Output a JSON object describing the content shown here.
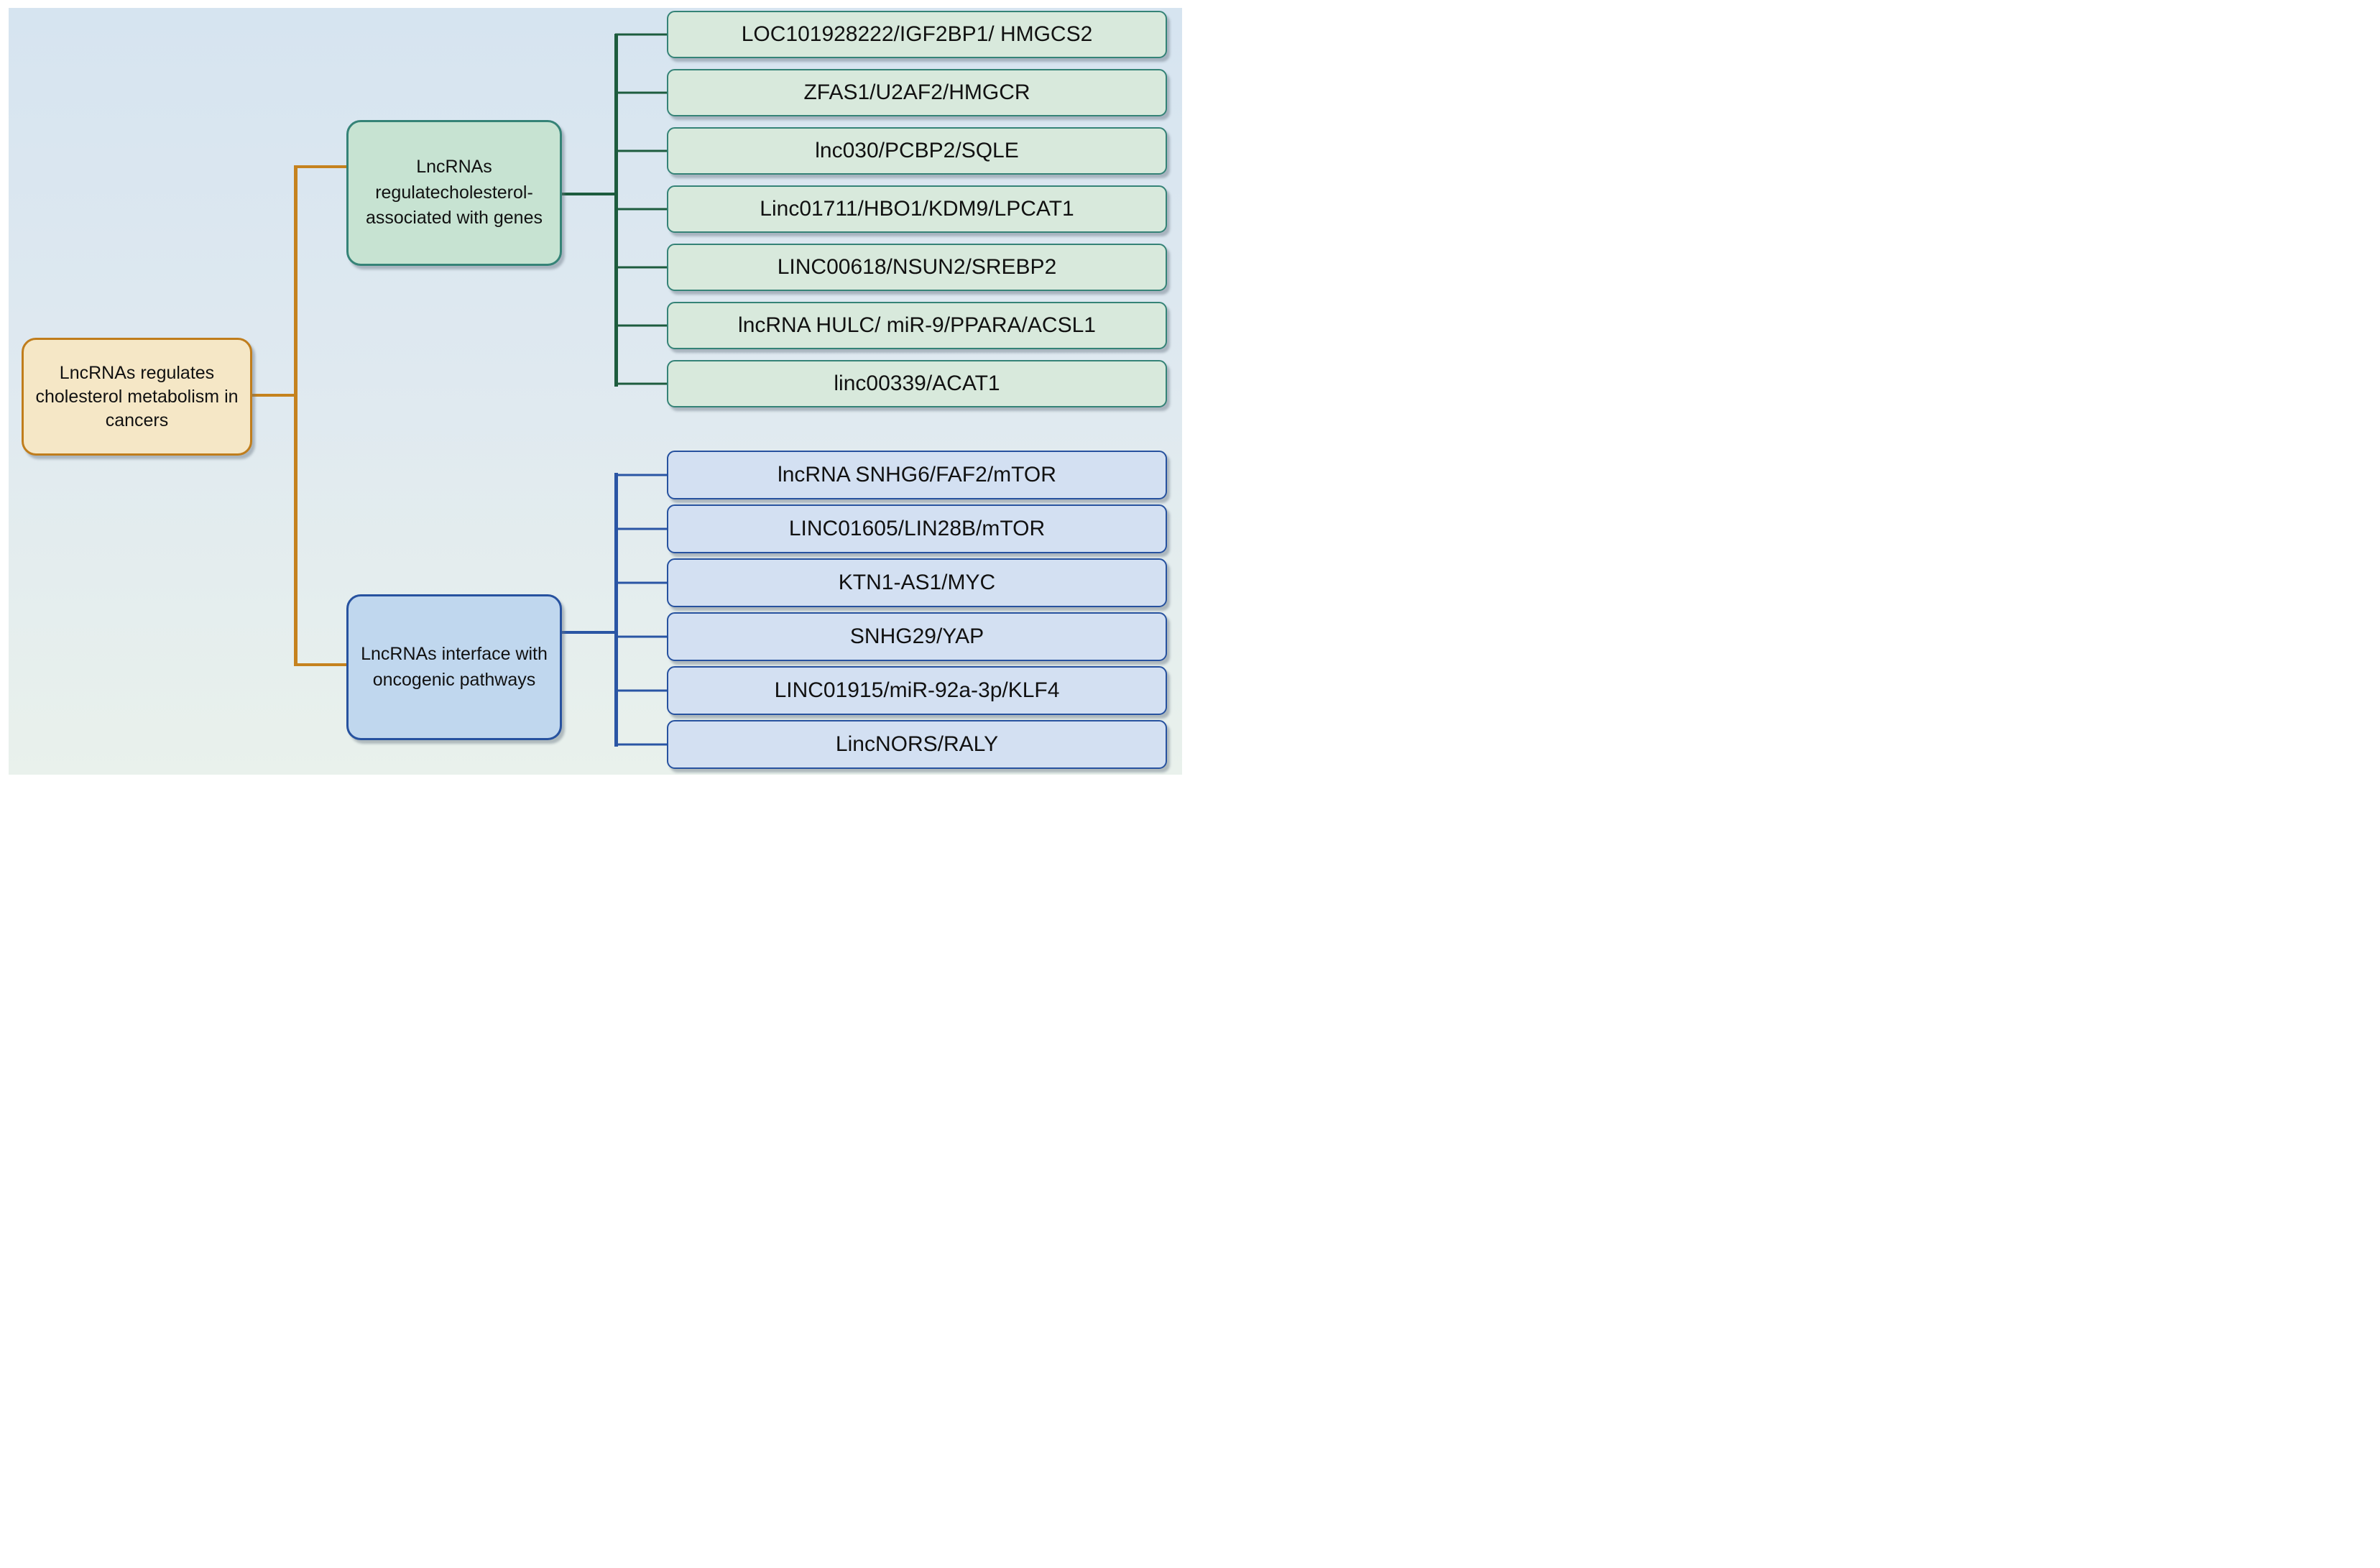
{
  "figure_type": "hierarchy-diagram",
  "root": {
    "label": "LncRNAs regulates cholesterol metabolism in cancers"
  },
  "branches": [
    {
      "id": "cholesterol-associated-genes",
      "label": "LncRNAs regulatecholesterol- associated with genes",
      "leaves": [
        "LOC101928222/IGF2BP1/ HMGCS2",
        "ZFAS1/U2AF2/HMGCR",
        "lnc030/PCBP2/SQLE",
        "Linc01711/HBO1/KDM9/LPCAT1",
        "LINC00618/NSUN2/SREBP2",
        "lncRNA HULC/ miR-9/PPARA/ACSL1",
        "linc00339/ACAT1"
      ]
    },
    {
      "id": "oncogenic-pathways",
      "label": "LncRNAs interface with oncogenic pathways",
      "leaves": [
        "lncRNA SNHG6/FAF2/mTOR",
        "LINC01605/LIN28B/mTOR",
        "KTN1-AS1/MYC",
        "SNHG29/YAP",
        "LINC01915/miR-92a-3p/KLF4",
        "LincNORS/RALY"
      ]
    }
  ],
  "colors": {
    "panel_top": "#d6e4f0",
    "panel_bottom": "#e9f1ec",
    "orange_line": "#c5821e",
    "root_fill": "#f5e7c6",
    "root_border": "#c07d1c",
    "green_branch_fill": "#c7e3d2",
    "green_leaf_fill": "#d8e9dc",
    "green_border": "#358377",
    "green_line": "#1d5c3e",
    "blue_branch_fill": "#c0d7ee",
    "blue_leaf_fill": "#d3e0f2",
    "blue_border": "#27529f",
    "blue_line": "#2a55a4",
    "text": "#111111"
  }
}
